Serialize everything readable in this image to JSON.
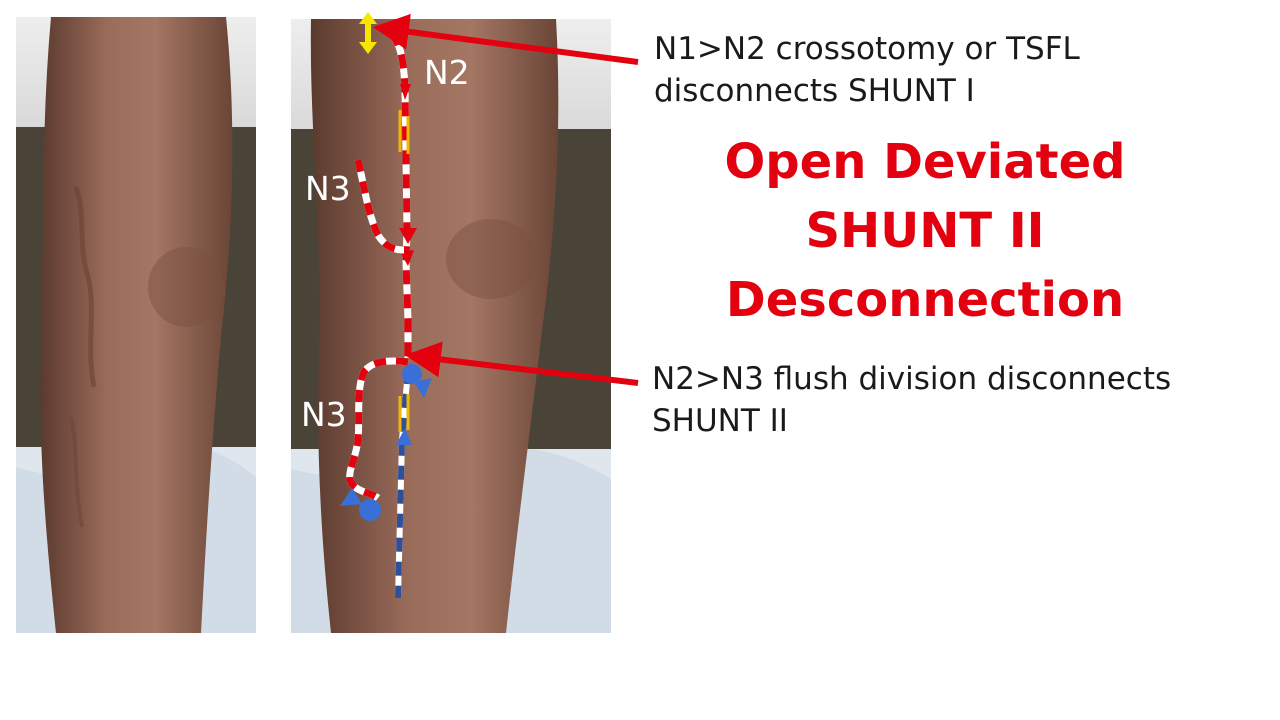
{
  "labels": {
    "n2": "N2",
    "n3_upper": "N3",
    "n3_lower": "N3"
  },
  "annotations": {
    "top_line1": "N1>N2 crossotomy or TSFL",
    "top_line2": "disconnects SHUNT I",
    "bottom_line1": "N2>N3 flush division disconnects",
    "bottom_line2": "SHUNT II"
  },
  "title": {
    "line1": "Open Deviated",
    "line2": "SHUNT II",
    "line3": "Desconnection"
  },
  "colors": {
    "title": "#e3000f",
    "arrow": "#e3000f",
    "flow_blue": "#3a6fd8",
    "ligature": "#f2b705",
    "marker_top": "#f7e600"
  }
}
